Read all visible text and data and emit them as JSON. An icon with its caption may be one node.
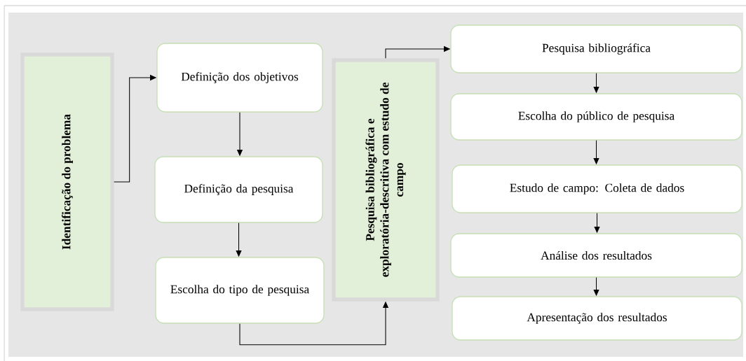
{
  "diagram": {
    "nodes": [
      {
        "text": [
          "Identificação do problema"
        ]
      },
      {
        "text": [
          "Definição dos objetivos"
        ]
      },
      {
        "text": [
          "Definição da pesquisa"
        ]
      },
      {
        "text": [
          "Escolha do tipo de pesquisa"
        ]
      },
      {
        "text": [
          "Pesquisa bibliográfica e exploratória-descritiva com estudo de campo"
        ]
      },
      {
        "text": [
          "Pesquisa bibliográfica"
        ]
      },
      {
        "text": [
          "Escolha do público de pesquisa"
        ]
      },
      {
        "text": [
          "Estudo de campo: Coleta de dados"
        ]
      },
      {
        "text": [
          "Análise dos resultados"
        ]
      },
      {
        "text": [
          "Apresentação dos resultados"
        ]
      }
    ],
    "edges": [
      {
        "from": 0,
        "to": 1,
        "arrow": "to"
      },
      {
        "from": 1,
        "to": 2,
        "arrow": "to"
      },
      {
        "from": 2,
        "to": 3,
        "arrow": "to"
      },
      {
        "from": 3,
        "to": 4,
        "arrow": "to"
      },
      {
        "from": 4,
        "to": 5,
        "arrow": "to"
      },
      {
        "from": 5,
        "to": 6,
        "arrow": "to"
      },
      {
        "from": 6,
        "to": 7,
        "arrow": "to"
      },
      {
        "from": 7,
        "to": 8,
        "arrow": "to"
      },
      {
        "from": 8,
        "to": 9,
        "arrow": "to"
      }
    ]
  }
}
